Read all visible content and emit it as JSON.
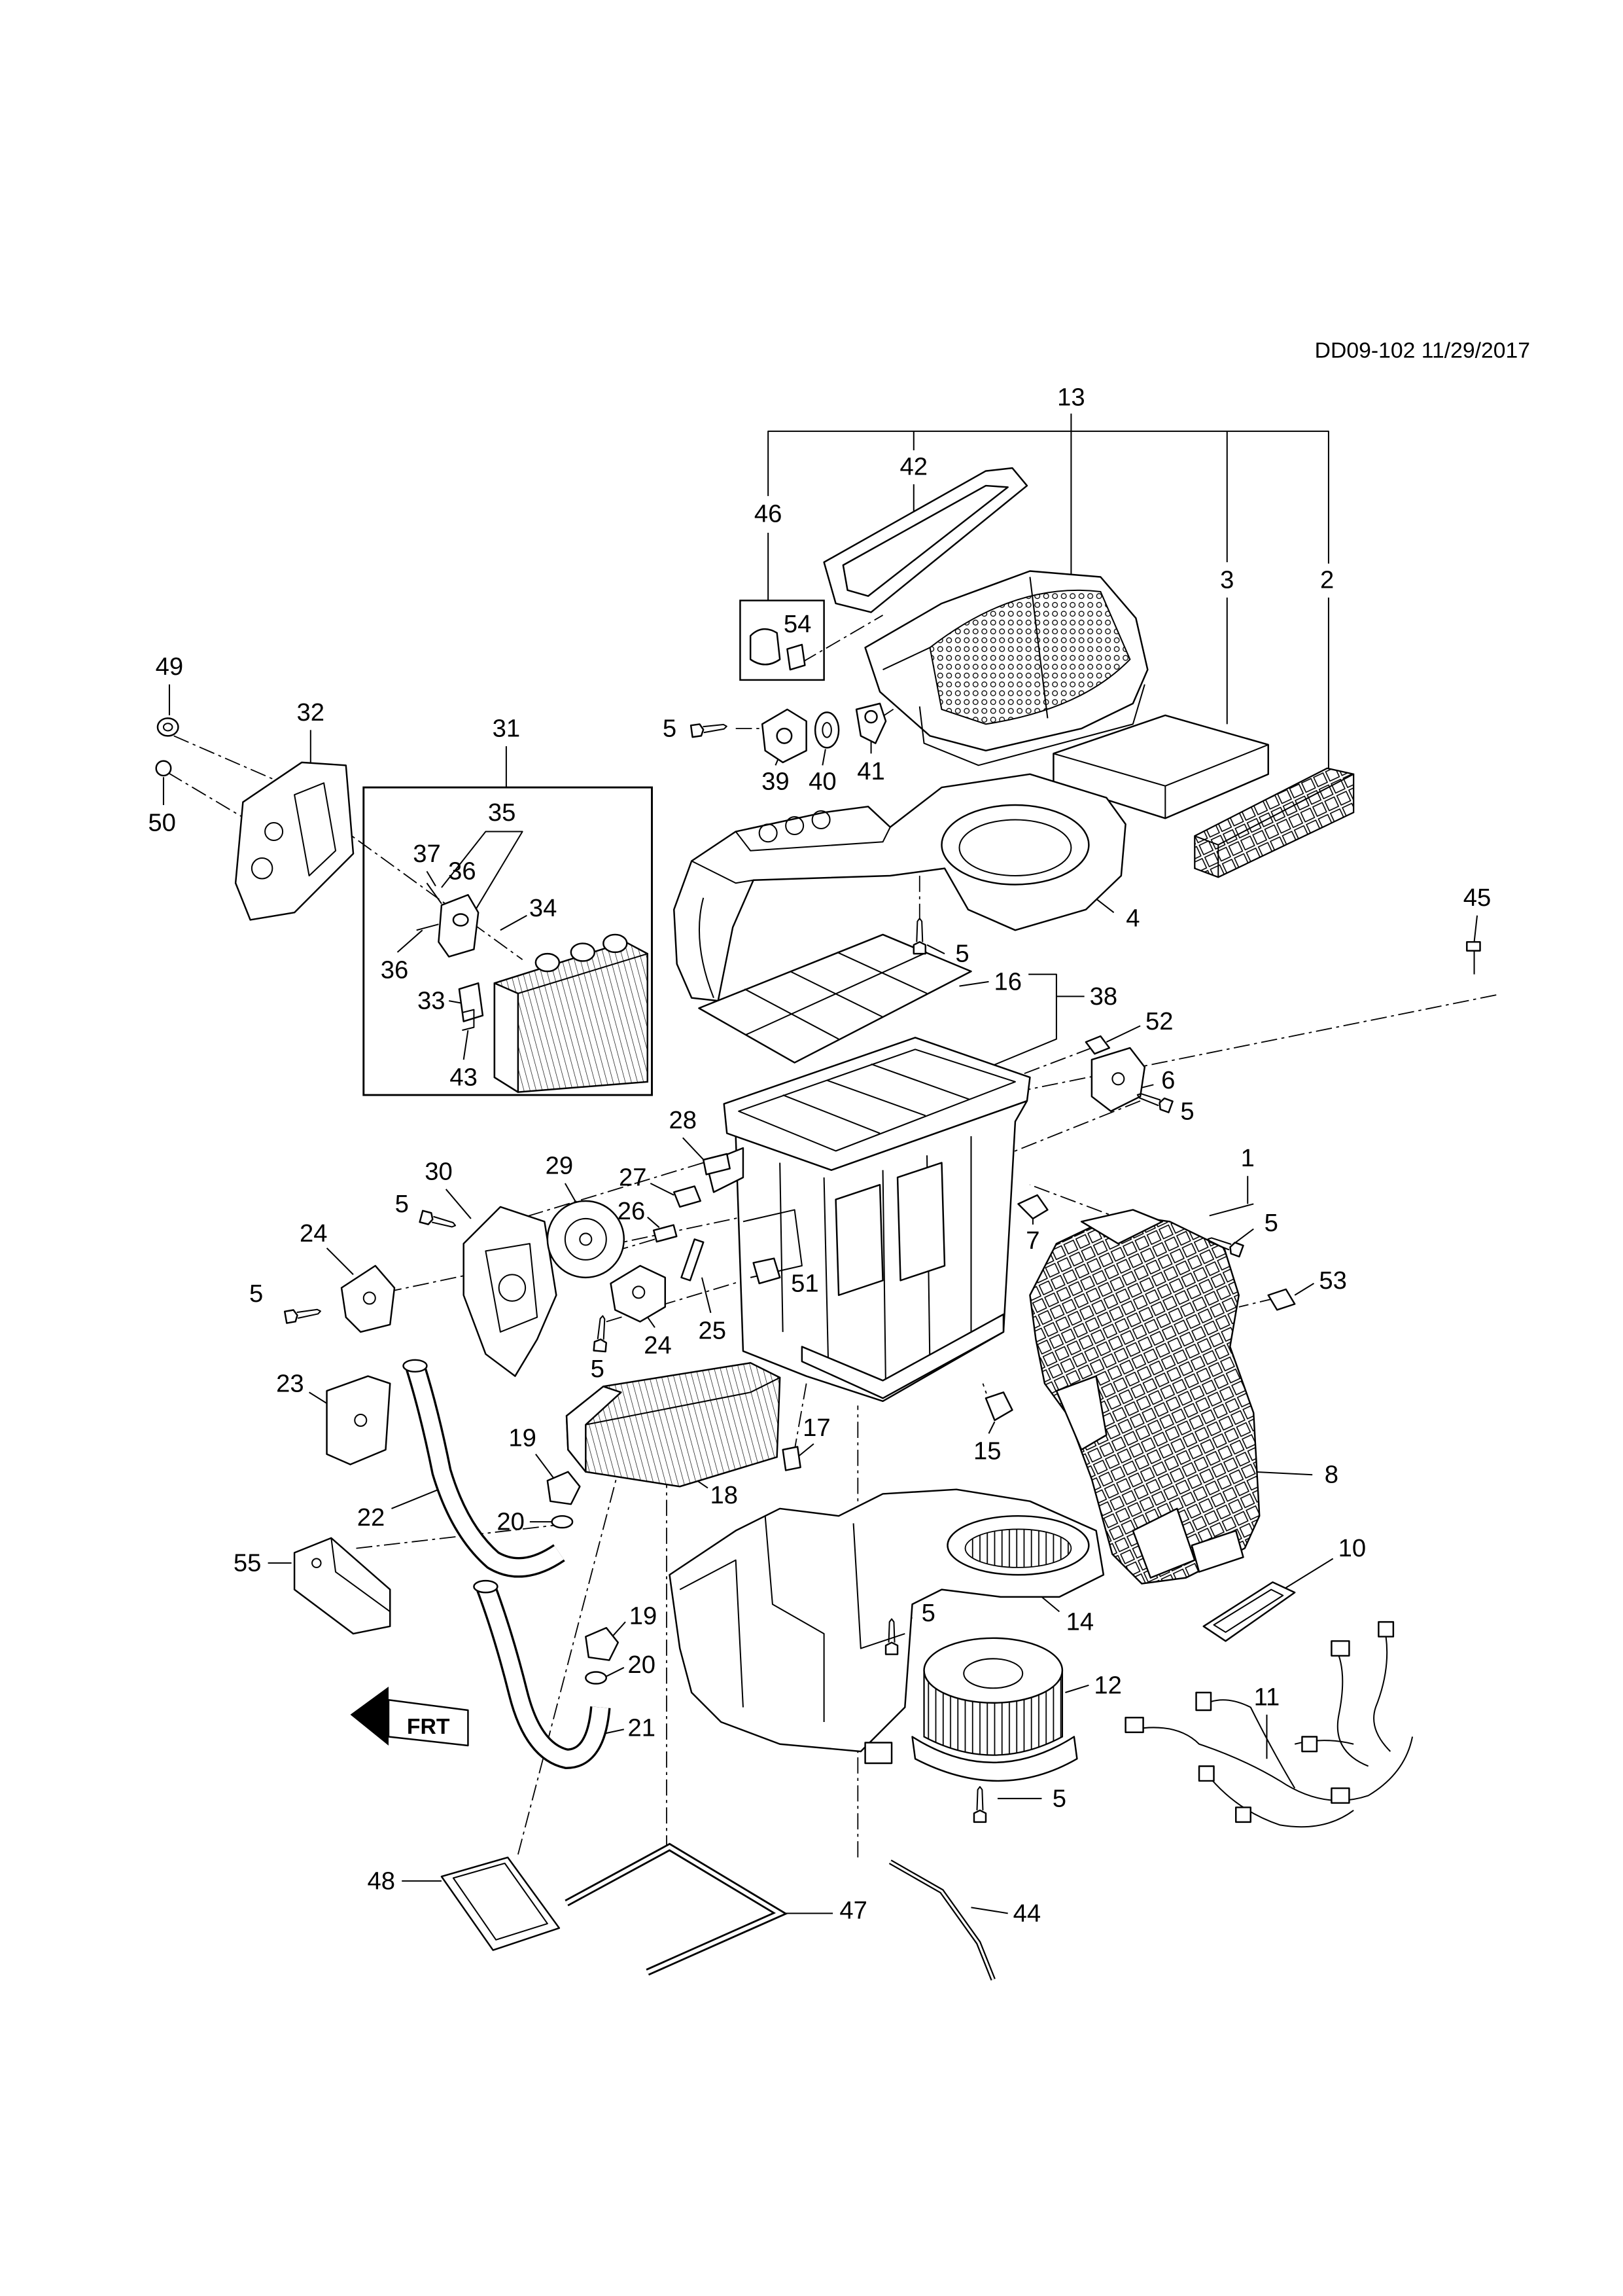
{
  "sheet": {
    "reference": "DD09-102 11/29/2017"
  },
  "callouts": [
    "13",
    "42",
    "46",
    "3",
    "2",
    "54",
    "49",
    "32",
    "31",
    "5",
    "39",
    "40",
    "41",
    "50",
    "35",
    "37",
    "36",
    "34",
    "36",
    "33",
    "43",
    "45",
    "4",
    "5",
    "16",
    "38",
    "52",
    "6",
    "28",
    "5",
    "1",
    "30",
    "29",
    "27",
    "5",
    "26",
    "5",
    "7",
    "24",
    "51",
    "53",
    "5",
    "5",
    "24",
    "25",
    "23",
    "17",
    "15",
    "19",
    "8",
    "18",
    "22",
    "20",
    "55",
    "10",
    "19",
    "5",
    "14",
    "20",
    "12",
    "11",
    "21",
    "5",
    "48",
    "47",
    "44"
  ],
  "front_badge": {
    "label": "FRT"
  },
  "colors": {
    "line": "#000000",
    "background": "#ffffff"
  }
}
